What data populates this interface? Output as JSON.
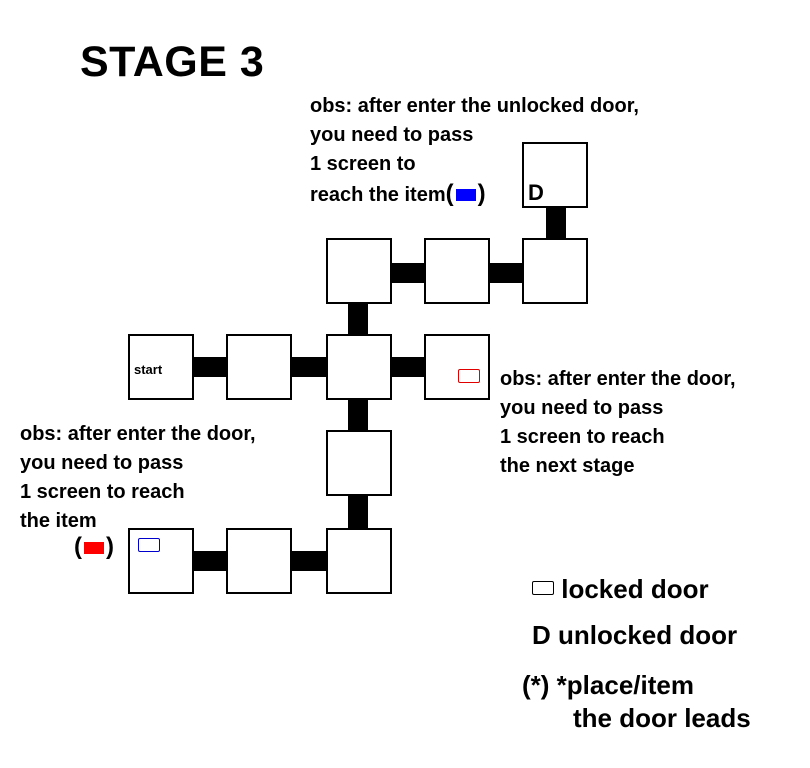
{
  "title": "STAGE 3",
  "notes": {
    "top": {
      "lines": [
        "obs: after enter the unlocked door,",
        "you need to pass",
        "1 screen to",
        "reach the item"
      ],
      "open": "(",
      "close": ")",
      "marker_color": "#0000ff"
    },
    "right": {
      "lines": [
        "obs: after enter the door,",
        "you need to pass",
        "1 screen to reach",
        "the next stage"
      ]
    },
    "left": {
      "lines": [
        "obs: after enter the door,",
        "you need to pass",
        "1 screen to reach",
        "the item"
      ],
      "open": "(",
      "close": ")",
      "marker_color": "#ff0000"
    }
  },
  "rooms": {
    "start_label": "start",
    "unlocked_label": "D"
  },
  "doors": {
    "red_color": "#e00000",
    "blue_color": "#0000cc"
  },
  "legend": {
    "locked": "locked door",
    "unlocked_symbol": "D",
    "unlocked": "unlocked door",
    "star_symbol": "(*)",
    "star_line1": "*place/item",
    "star_line2": "the door leads"
  }
}
